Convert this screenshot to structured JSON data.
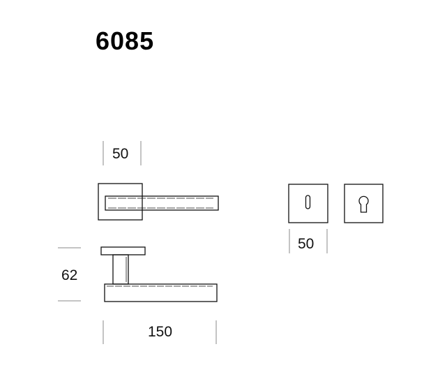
{
  "title": "6085",
  "dimensions": {
    "rose_width": "50",
    "escutcheon_width": "50",
    "height": "62",
    "lever_length": "150"
  },
  "colors": {
    "line": "#111111",
    "dim_line": "#888888",
    "background": "#ffffff"
  }
}
